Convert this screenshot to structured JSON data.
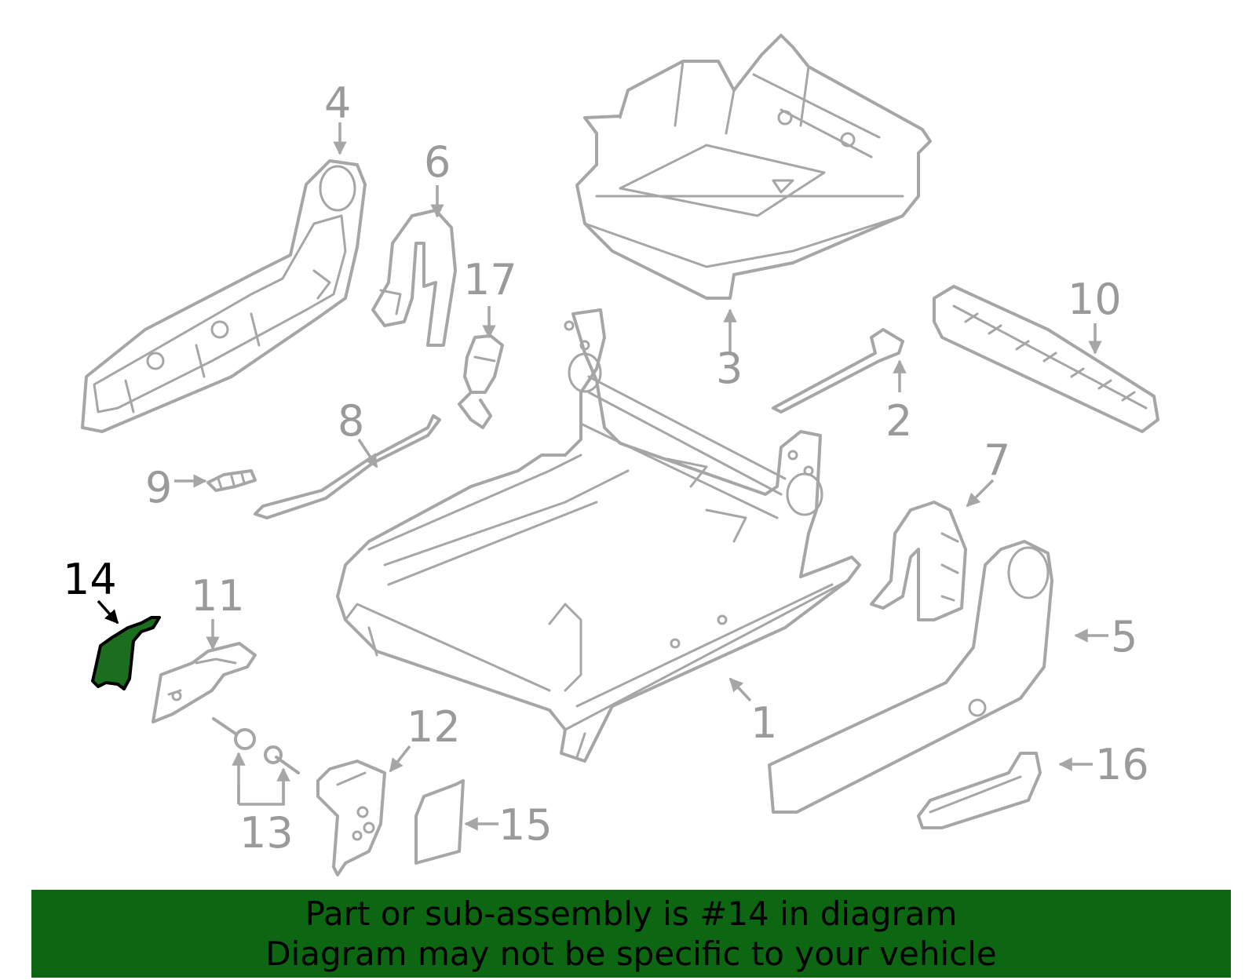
{
  "diagram": {
    "highlighted_part": "14",
    "highlight_color": "#1a6e1e",
    "part_color": "#a6a6a6",
    "callouts": {
      "n1": "1",
      "n2": "2",
      "n3": "3",
      "n4": "4",
      "n5": "5",
      "n6": "6",
      "n7": "7",
      "n8": "8",
      "n9": "9",
      "n10": "10",
      "n11": "11",
      "n12": "12",
      "n13": "13",
      "n14": "14",
      "n15": "15",
      "n16": "16",
      "n17": "17"
    }
  },
  "banner": {
    "line1": "Part or sub-assembly is #14 in diagram",
    "line2": "Diagram may not be specific to your vehicle",
    "background": "#0c6612"
  }
}
